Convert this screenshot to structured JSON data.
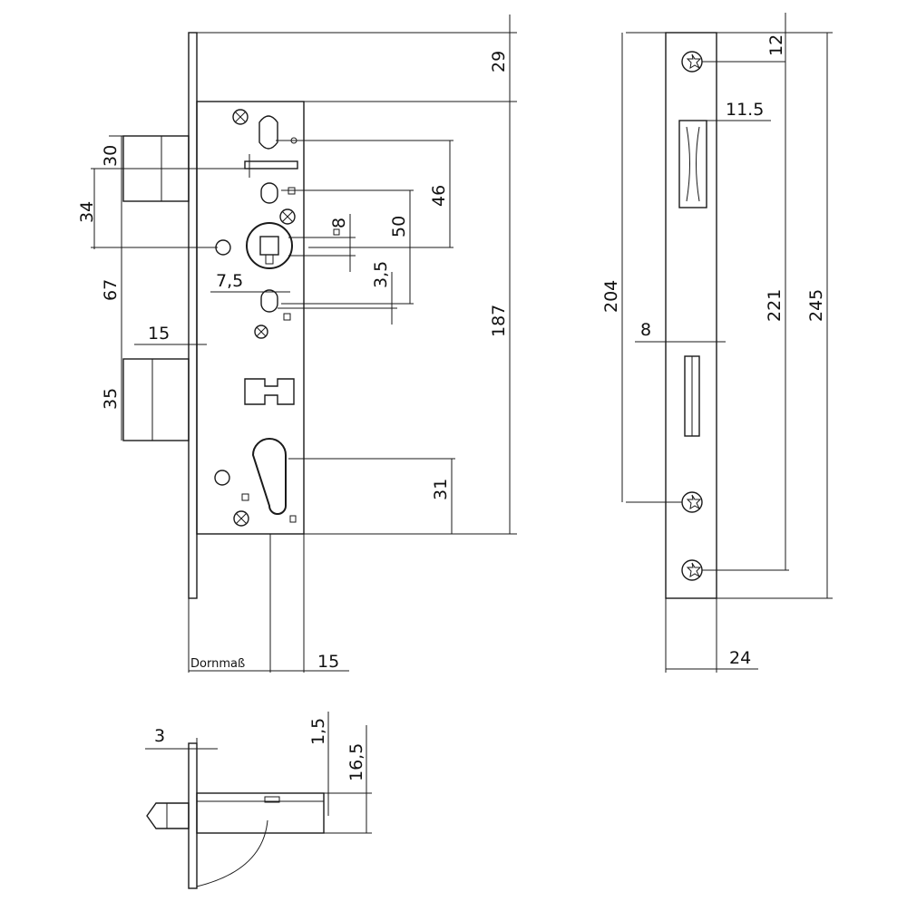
{
  "front_view": {
    "dims": {
      "d29": "29",
      "d30": "30",
      "d34": "34",
      "d46": "46",
      "d8": "8",
      "d50": "50",
      "d3_5": "3,5",
      "d7_5": "7,5",
      "d67": "67",
      "d15_top": "15",
      "d35": "35",
      "d187": "187",
      "d31": "31",
      "d15_bottom": "15"
    },
    "backset_label": "Dornmaß"
  },
  "side_view": {
    "dims": {
      "d12": "12",
      "d11_5": "11.5",
      "d204": "204",
      "d221": "221",
      "d245": "245",
      "d8": "8",
      "d24": "24"
    }
  },
  "top_view": {
    "dims": {
      "d3": "3",
      "d1_5": "1,5",
      "d16_5": "16,5"
    }
  }
}
